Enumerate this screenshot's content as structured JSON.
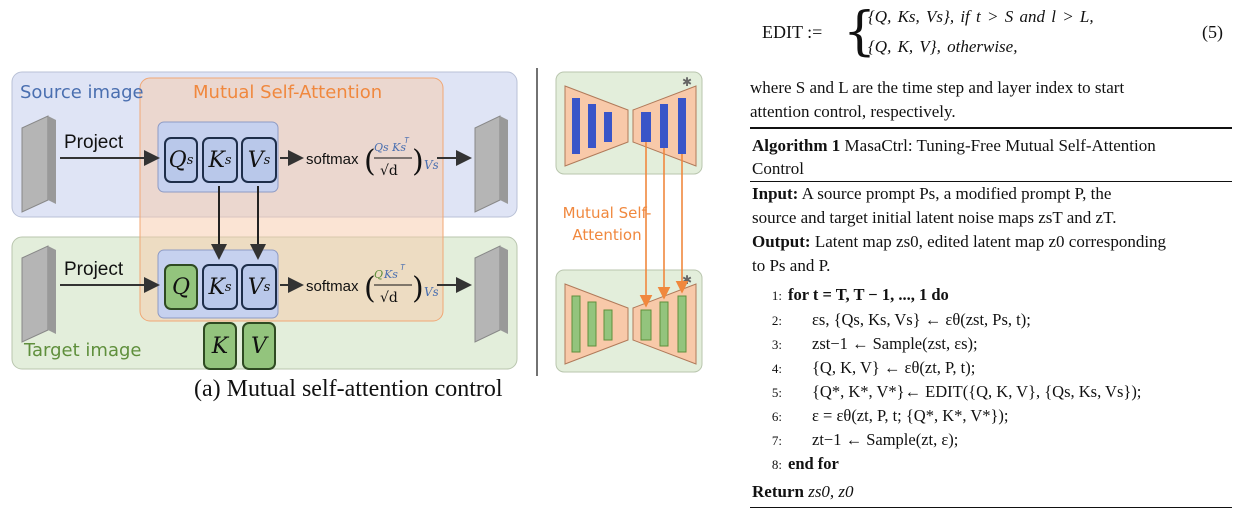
{
  "diagram": {
    "source_label": "Source image",
    "target_label": "Target image",
    "mutual_label": "Mutual Self-Attention",
    "project_top": "Project",
    "project_bottom": "Project",
    "softmax": "softmax",
    "q_src": "Q",
    "k_src": "K",
    "v_src": "V",
    "sub_s": "s",
    "q_tgt": "Q",
    "k_tgt": "K",
    "v_tgt": "V",
    "k_plain": "K",
    "v_plain": "V",
    "caption": "(a) Mutual self-attention control",
    "unet_label": "Mutual Self-Attention",
    "colors": {
      "source_bg": "#dfe4f5",
      "target_bg": "#e3eedb",
      "mutual_bg": "#fbe1d0",
      "accent_orange": "#f0883e",
      "token_blue": "#b9c8ea",
      "token_green": "#93c47d"
    }
  },
  "equation": {
    "lhs": "EDIT :=",
    "case1": "{Q, Ks, Vs},   if   t > S   and   l > L,",
    "case2": "{Q, K, V},   otherwise,",
    "number": "(5)"
  },
  "text": {
    "where_line1": "where S and L are the time step and layer index to start",
    "where_line2": "attention control, respectively."
  },
  "algorithm": {
    "title_bold": "Algorithm 1",
    "title_rest": "MasaCtrl: Tuning-Free Mutual Self-Attention",
    "title_line2": "Control",
    "input_label": "Input:",
    "input_text1": "A source prompt Ps, a modified prompt P, the",
    "input_text2": "source and target initial latent noise maps zsT and zT.",
    "output_label": "Output:",
    "output_text1": "Latent map zs0, edited latent map z0 corresponding",
    "output_text2": "to Ps and P.",
    "lines": [
      {
        "num": "1:",
        "text": "for t = T, T − 1, ..., 1 do"
      },
      {
        "num": "2:",
        "text": "εs, {Qs, Ks, Vs} ← εθ(zst, Ps, t);"
      },
      {
        "num": "3:",
        "text": "zst−1 ← Sample(zst, εs);"
      },
      {
        "num": "4:",
        "text": "{Q, K, V} ← εθ(zt, P, t);"
      },
      {
        "num": "5:",
        "text": "{Q*, K*, V*}← EDIT({Q, K, V}, {Qs, Ks, Vs});"
      },
      {
        "num": "6:",
        "text": "ε = εθ(zt, P, t; {Q*, K*, V*});"
      },
      {
        "num": "7:",
        "text": "zt−1 ← Sample(zt, ε);"
      },
      {
        "num": "8:",
        "text": "end for"
      }
    ],
    "return_label": "Return",
    "return_text": "zs0, z0"
  }
}
